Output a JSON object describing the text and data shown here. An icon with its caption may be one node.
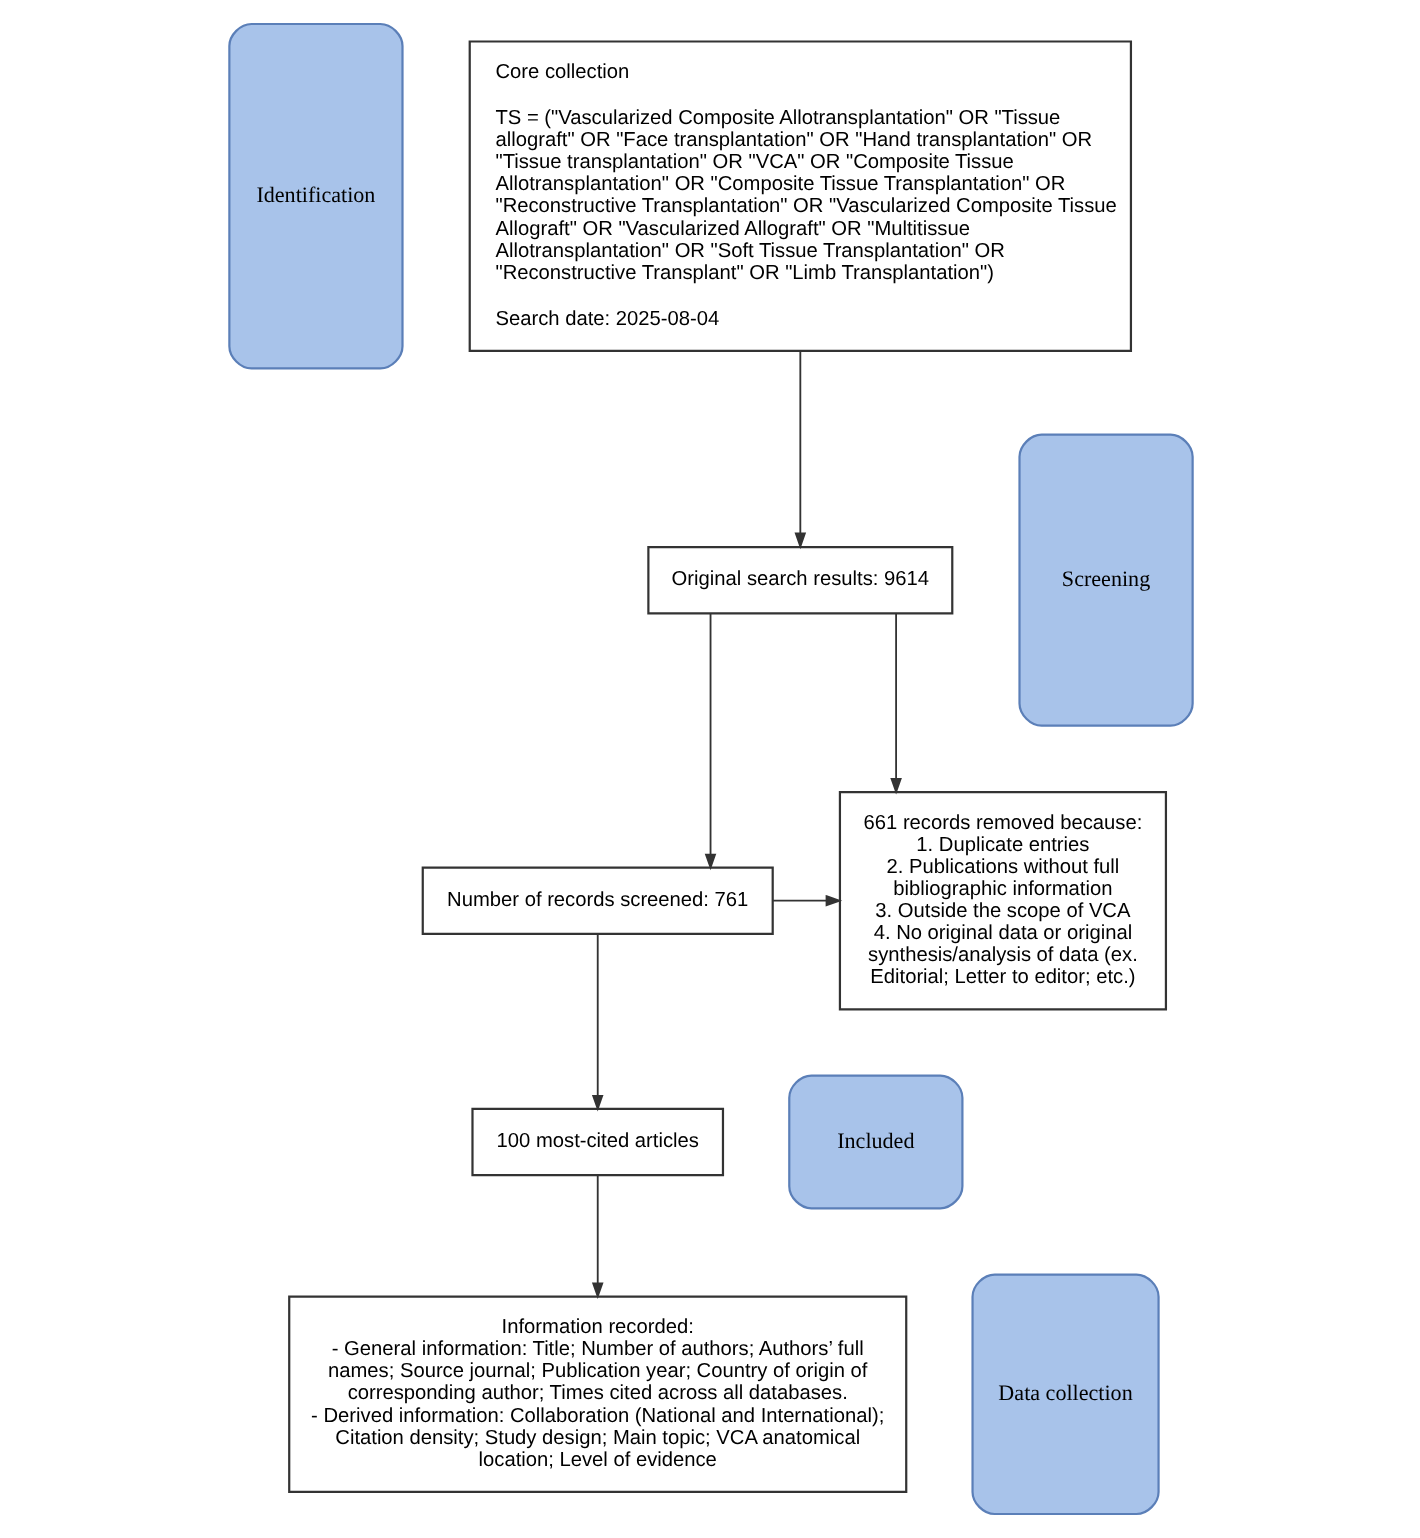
{
  "diagram": {
    "nodes": [
      {
        "text": [
          "Identification"
        ]
      },
      {
        "text": [
          "Core collection",
          "TS = (\"Vascularized Composite Allotransplantation\" OR \"Tissue allograft\" OR \"Face transplantation\" OR \"Hand transplantation\" OR \"Tissue transplantation\" OR \"VCA\" OR \"Composite Tissue Allotransplantation\" OR \"Composite Tissue Transplantation\" OR \"Reconstructive Transplantation\" OR \"Vascularized Composite Tissue Allograft\" OR \"Vascularized Allograft\" OR \"Multitissue Allotransplantation\" OR \"Soft Tissue Transplantation\" OR \"Reconstructive Transplant\" OR \"Limb Transplantation\")",
          "Search date: 2025-08-04"
        ]
      },
      {
        "text": [
          "Screening"
        ]
      },
      {
        "text": [
          "Original search results: 9614"
        ]
      },
      {
        "text": [
          "661 records removed because:",
          "1. Duplicate entries",
          "2. Publications without full bibliographic information",
          "3. Outside the scope of VCA",
          "4. No original data or original synthesis/analysis of data (ex. Editorial; Letter to editor; etc.)"
        ]
      },
      {
        "text": [
          "Number of records screened: 761"
        ]
      },
      {
        "text": [
          "Included"
        ]
      },
      {
        "text": [
          "100 most-cited articles"
        ]
      },
      {
        "text": [
          "Data collection"
        ]
      },
      {
        "text": [
          "Information recorded:",
          "- General information: Title; Number of authors; Authors’ full names; Source journal; Publication year; Country of origin of corresponding author; Times cited across all databases.",
          "- Derived information: Collaboration (National and International); Citation density; Study design; Main topic; VCA anatomical location; Level of evidence"
        ]
      }
    ],
    "edges": [
      {
        "from": 1,
        "to": 3,
        "arrow": "to"
      },
      {
        "from": 3,
        "to": 5,
        "arrow": "to"
      },
      {
        "from": 3,
        "to": 4,
        "arrow": "to"
      },
      {
        "from": 5,
        "to": 7,
        "arrow": "to"
      },
      {
        "from": 5,
        "to": 4,
        "arrow": "to"
      },
      {
        "from": 7,
        "to": 9,
        "arrow": "to"
      }
    ]
  }
}
